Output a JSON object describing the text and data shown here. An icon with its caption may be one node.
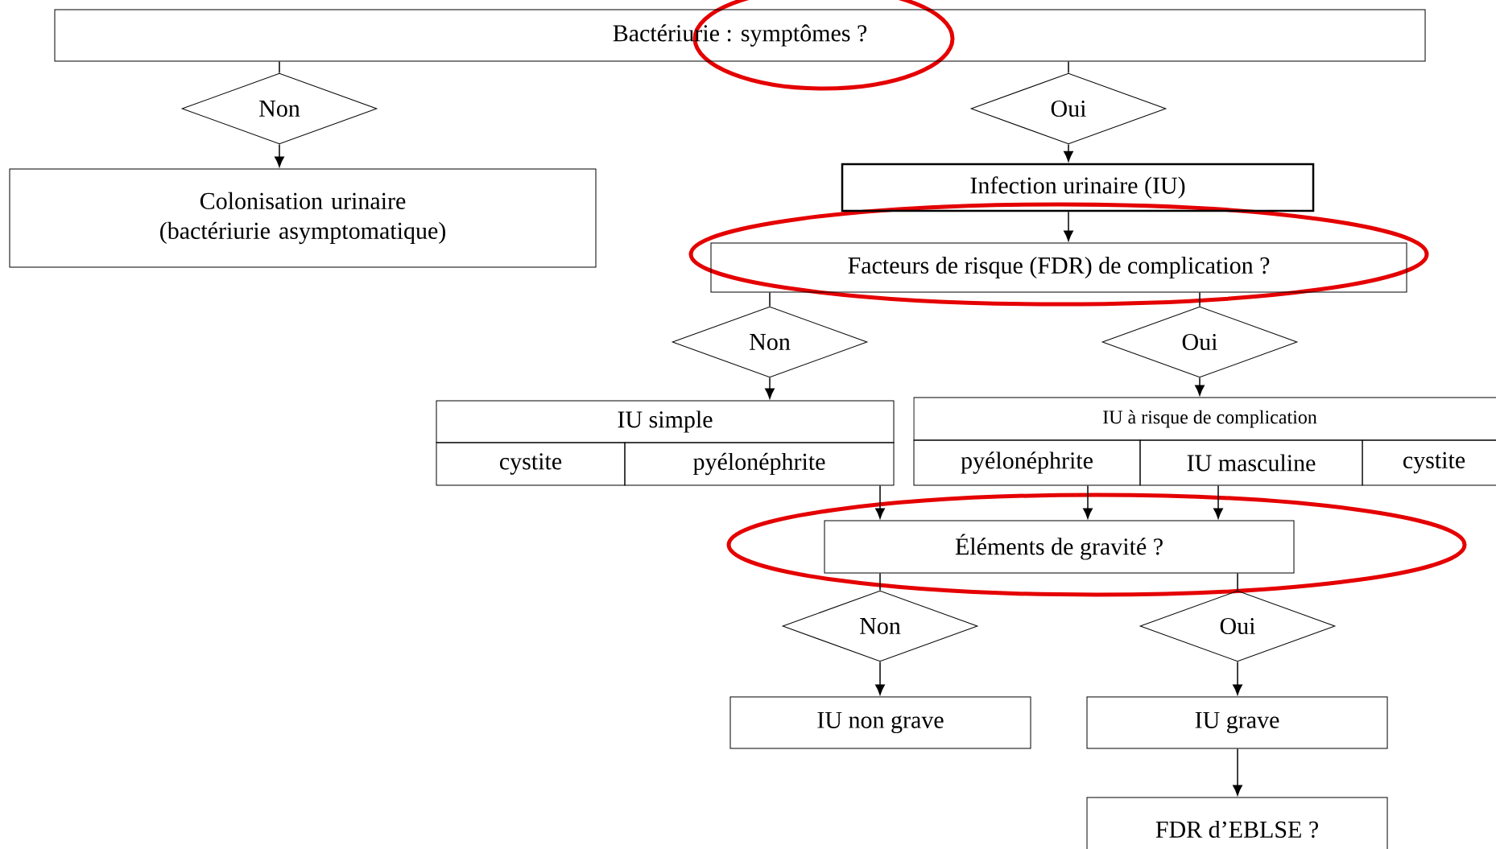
{
  "diagram": {
    "nodes": [
      {
        "text": [
          "Bactériurie : symptômes ?"
        ]
      },
      {
        "text": [
          "Non"
        ]
      },
      {
        "text": [
          "Oui"
        ]
      },
      {
        "text": [
          "Colonisation urinaire (bactériurie asymptomatique)"
        ]
      },
      {
        "text": [
          "Infection urinaire (IU)"
        ]
      },
      {
        "text": [
          "Facteurs de risque (FDR) de complication ?"
        ]
      },
      {
        "text": [
          "Non"
        ]
      },
      {
        "text": [
          "Oui"
        ]
      },
      {
        "text": [
          "IU simple"
        ]
      },
      {
        "text": [
          "cystite"
        ]
      },
      {
        "text": [
          "pyélonéphrite"
        ]
      },
      {
        "text": [
          "IU à risque de complication"
        ]
      },
      {
        "text": [
          "pyélonéphrite"
        ]
      },
      {
        "text": [
          "IU masculine"
        ]
      },
      {
        "text": [
          "cystite"
        ]
      },
      {
        "text": [
          "Éléments de gravité ?"
        ]
      },
      {
        "text": [
          "Non"
        ]
      },
      {
        "text": [
          "Oui"
        ]
      },
      {
        "text": [
          "IU non grave"
        ]
      },
      {
        "text": [
          "IU grave"
        ]
      },
      {
        "text": [
          "FDR d’EBLSE ?"
        ]
      }
    ],
    "edges": [
      {
        "from": 0,
        "to": 1,
        "arrow": "none"
      },
      {
        "from": 1,
        "to": 3,
        "arrow": "to"
      },
      {
        "from": 0,
        "to": 2,
        "arrow": "none"
      },
      {
        "from": 2,
        "to": 4,
        "arrow": "to"
      },
      {
        "from": 4,
        "to": 5,
        "arrow": "to"
      },
      {
        "from": 5,
        "to": 6,
        "arrow": "none"
      },
      {
        "from": 5,
        "to": 7,
        "arrow": "none"
      },
      {
        "from": 6,
        "to": 8,
        "arrow": "to"
      },
      {
        "from": 7,
        "to": 11,
        "arrow": "to"
      },
      {
        "from": 10,
        "to": 15,
        "arrow": "to"
      },
      {
        "from": 12,
        "to": 15,
        "arrow": "to"
      },
      {
        "from": 13,
        "to": 15,
        "arrow": "to"
      },
      {
        "from": 15,
        "to": 16,
        "arrow": "none"
      },
      {
        "from": 15,
        "to": 17,
        "arrow": "none"
      },
      {
        "from": 16,
        "to": 18,
        "arrow": "to"
      },
      {
        "from": 17,
        "to": 19,
        "arrow": "to"
      },
      {
        "from": 19,
        "to": 20,
        "arrow": "to"
      }
    ]
  }
}
